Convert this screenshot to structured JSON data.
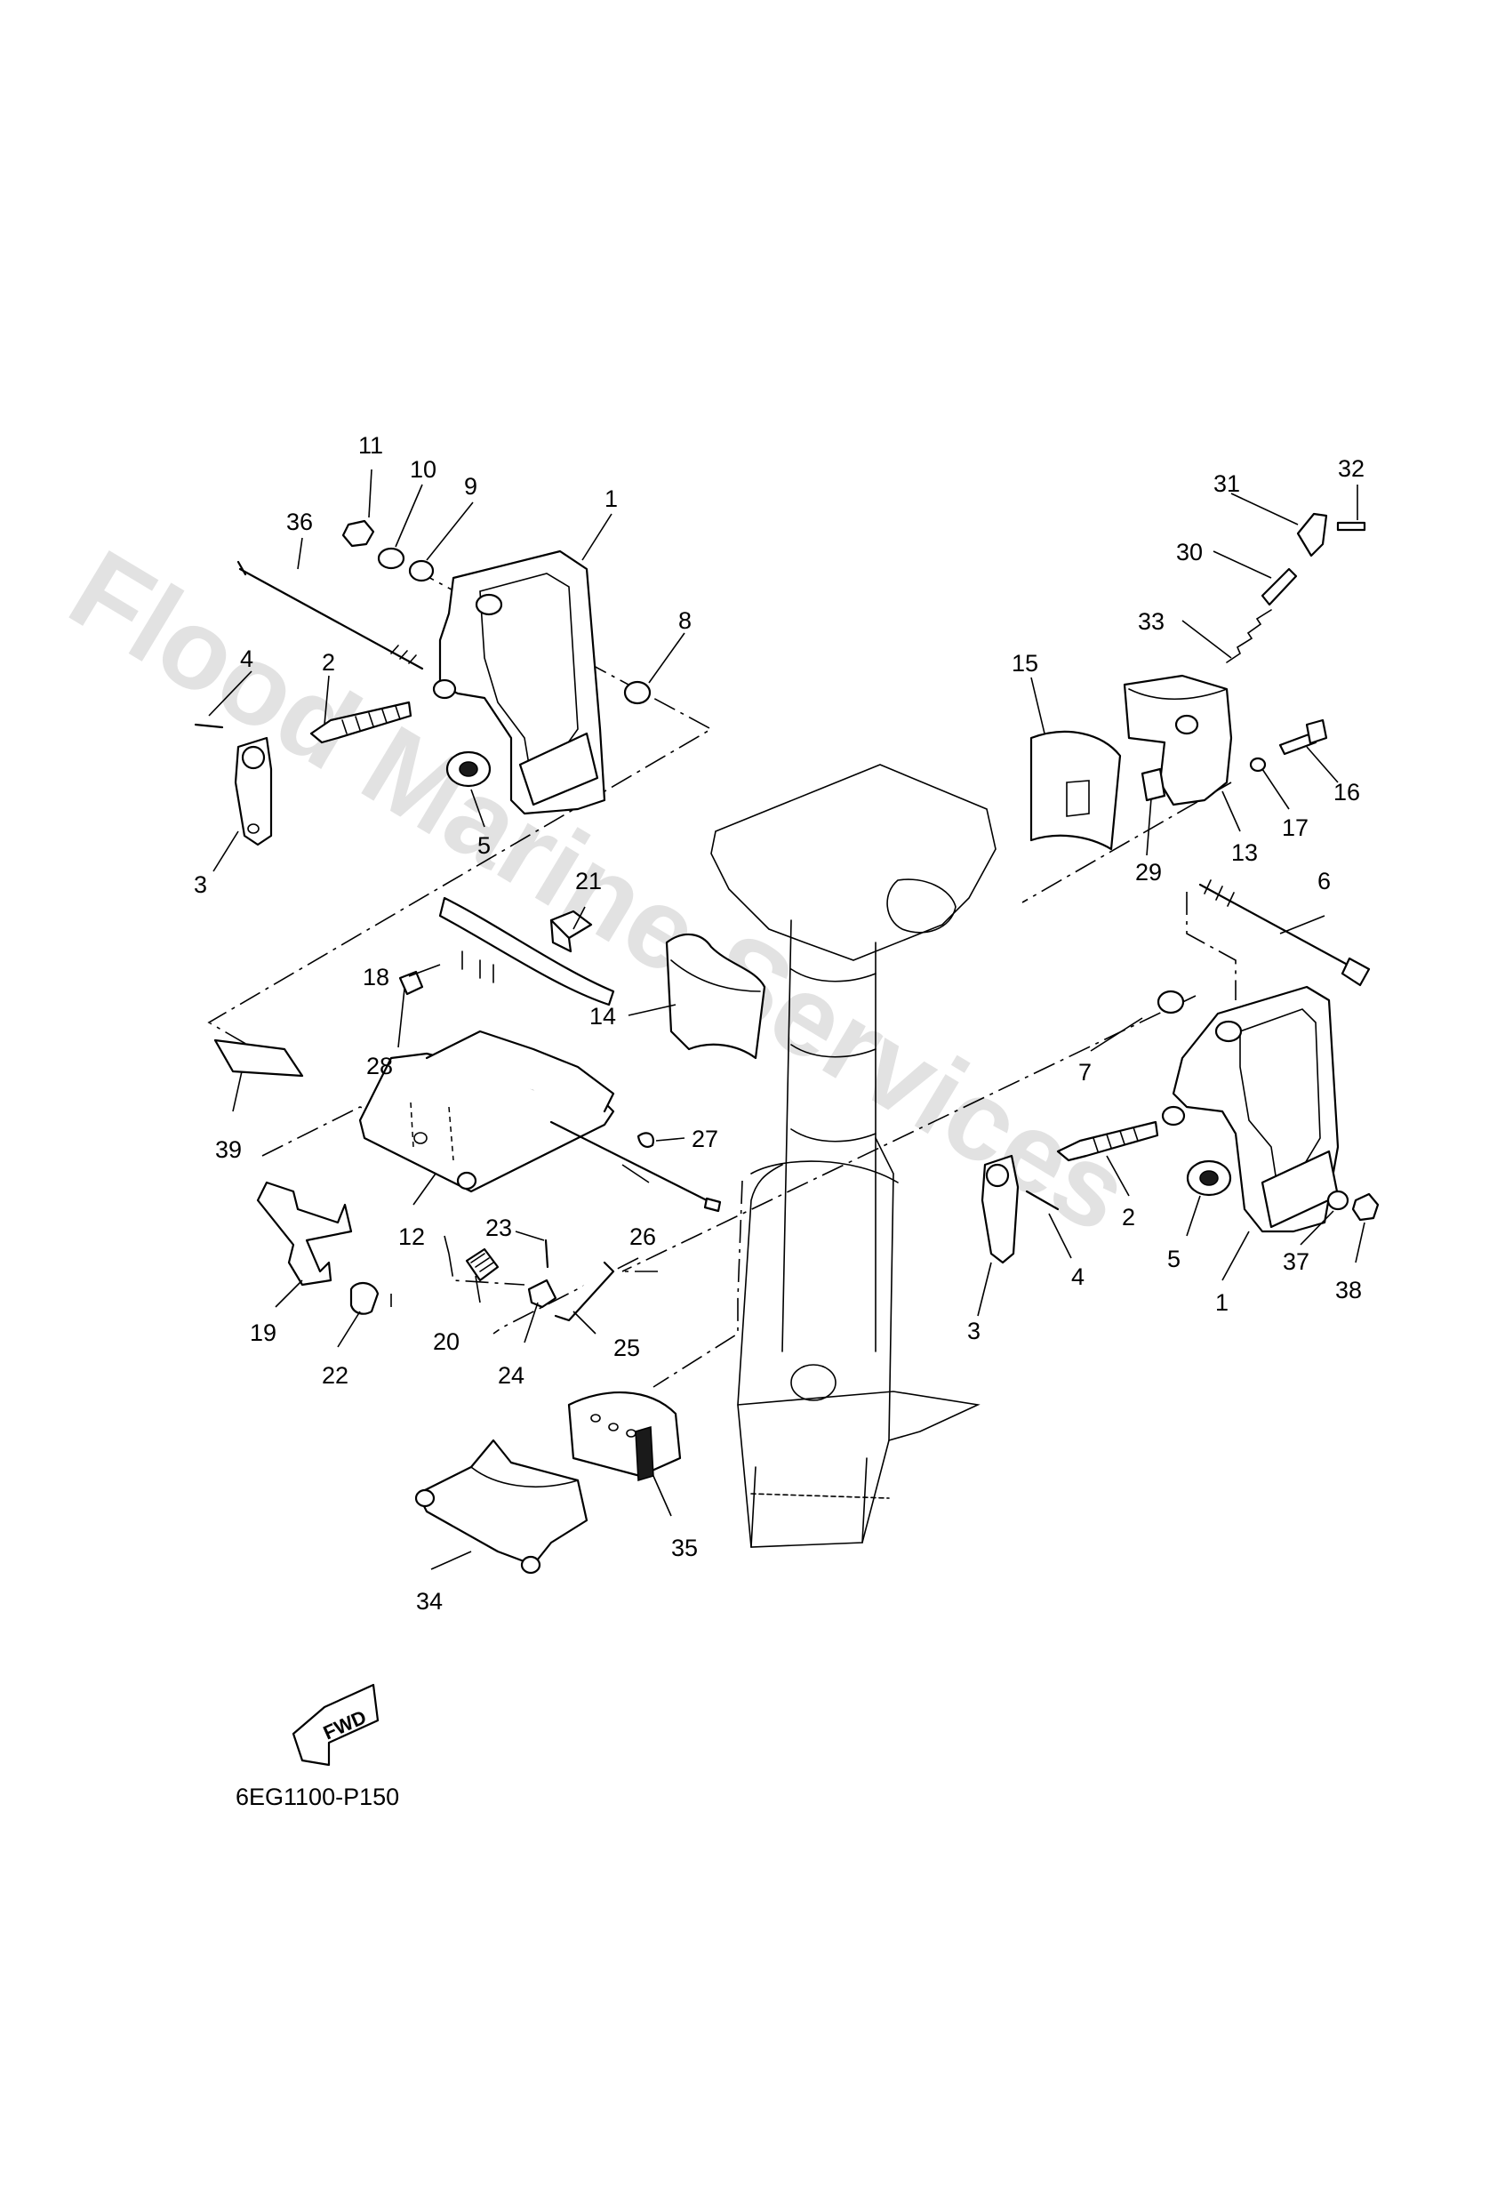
{
  "watermark": "Flood Marine Services",
  "diagram_code": "6EG1100-P150",
  "fwd_label": "FWD",
  "callouts": [
    "1",
    "2",
    "3",
    "4",
    "5",
    "6",
    "7",
    "8",
    "9",
    "10",
    "11",
    "12",
    "13",
    "14",
    "15",
    "16",
    "17",
    "18",
    "19",
    "20",
    "21",
    "22",
    "23",
    "24",
    "25",
    "26",
    "27",
    "28",
    "29",
    "30",
    "31",
    "32",
    "33",
    "34",
    "35",
    "36",
    "37",
    "38",
    "39",
    "1",
    "2",
    "3",
    "4",
    "5"
  ]
}
